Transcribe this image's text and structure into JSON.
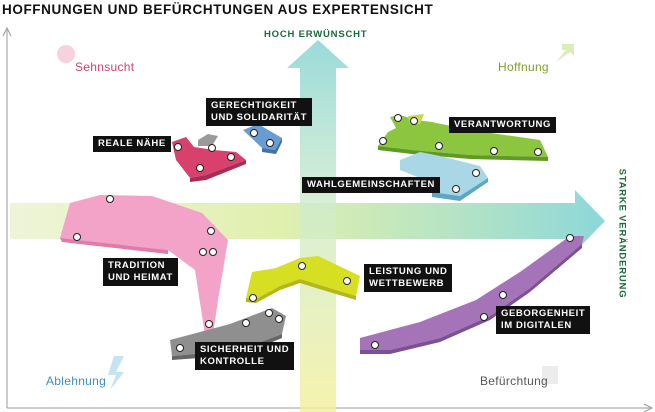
{
  "title": "HOFFNUNGEN UND BEFÜRCHTUNGEN AUS EXPERTENSICHT",
  "axes": {
    "top": "HOCH ERWÜNSCHT",
    "right": "STARKE VERÄNDERUNG"
  },
  "quadrants": {
    "top_left": "Sehnsucht",
    "top_right": "Hoffnung",
    "bottom_left": "Ablehnung",
    "bottom_right": "Befürchtung"
  },
  "clusters": {
    "gerechtigkeit": [
      "GERECHTIGKEIT",
      "UND SOLIDARITÄT"
    ],
    "reale_naehe": [
      "REALE NÄHE"
    ],
    "verantwortung": [
      "VERANTWORTUNG"
    ],
    "wahlgemeinschaften": [
      "WAHLGEMEINSCHAFTEN"
    ],
    "tradition": [
      "TRADITION",
      "UND HEIMAT"
    ],
    "leistung": [
      "LEISTUNG UND",
      "WETTBEWERB"
    ],
    "geborgenheit": [
      "GEBORGENHEIT",
      "IM DIGITALEN"
    ],
    "sicherheit": [
      "SICHERHEIT UND",
      "KONTROLLE"
    ]
  },
  "colors": {
    "pink": "#ef8fbd",
    "crimson": "#d8406e",
    "blue": "#6a9bd3",
    "gray": "#8f8f8f",
    "green": "#8cc63f",
    "lightblue": "#9fd3e3",
    "yellow": "#d7df23",
    "purple": "#a473b8",
    "axis_green": "#1b6b3a"
  }
}
